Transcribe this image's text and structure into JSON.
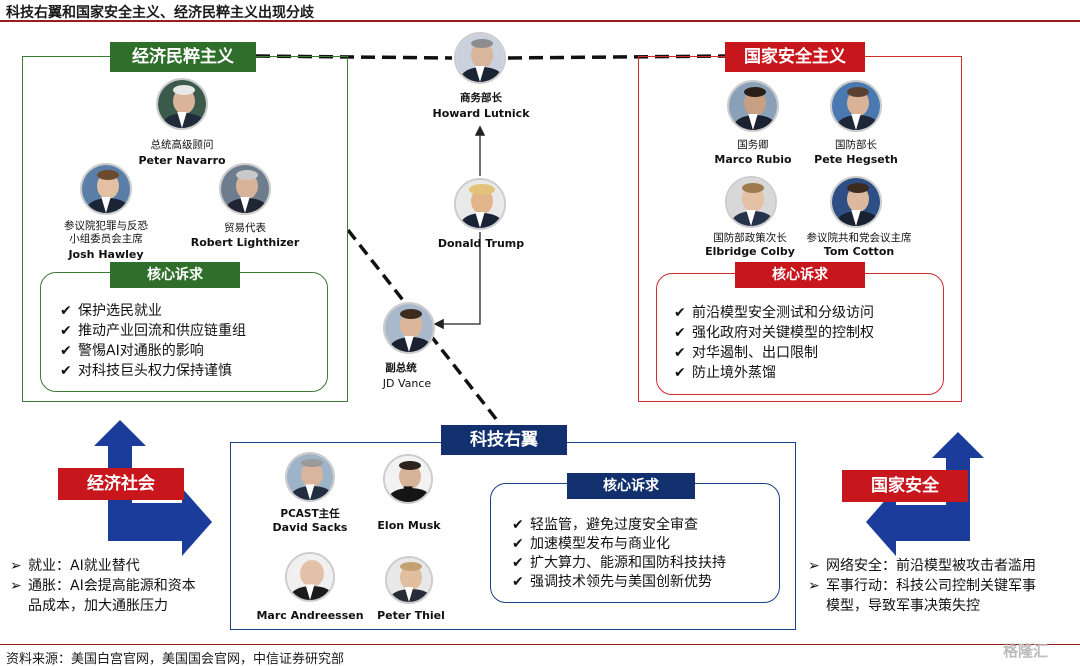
{
  "title": "科技右翼和国家安全主义、经济民粹主义出现分歧",
  "source": "资料来源：美国白宫官网，美国国会官网，中信证券研究部",
  "watermark": "格隆汇",
  "econ_populism": {
    "tag": "经济民粹主义",
    "people": [
      {
        "role": "总统高级顾问",
        "name": "Peter Navarro"
      },
      {
        "role": "参议院犯罪与反恐\n小组委员会主席",
        "name": "Josh Hawley"
      },
      {
        "role": "贸易代表",
        "name": "Robert Lighthizer"
      }
    ],
    "core_tag": "核心诉求",
    "demands": [
      "保护选民就业",
      "推动产业回流和供应链重组",
      "警惕AI对通胀的影响",
      "对科技巨头权力保持谨慎"
    ]
  },
  "national_security": {
    "tag": "国家安全主义",
    "people": [
      {
        "role": "国务卿",
        "name": "Marco Rubio"
      },
      {
        "role": "国防部长",
        "name": "Pete Hegseth"
      },
      {
        "role": "国防部政策次长",
        "name": "Elbridge Colby"
      },
      {
        "role": "参议院共和党会议主席",
        "name": "Tom Cotton"
      }
    ],
    "core_tag": "核心诉求",
    "demands": [
      "前沿模型安全测试和分级访问",
      "强化政府对关键模型的控制权",
      "对华遏制、出口限制",
      "防止境外蒸馏"
    ]
  },
  "center": {
    "commerce": {
      "role": "商务部长",
      "name": "Howard Lutnick"
    },
    "president": {
      "name": "Donald Trump"
    },
    "vp": {
      "role": "副总统",
      "name": "JD Vance"
    }
  },
  "tech_right": {
    "tag": "科技右翼",
    "people": [
      {
        "role": "PCAST主任",
        "name": "David Sacks"
      },
      {
        "role": "",
        "name": "Elon Musk"
      },
      {
        "role": "",
        "name": "Marc Andreessen"
      },
      {
        "role": "",
        "name": "Peter Thiel"
      }
    ],
    "core_tag": "核心诉求",
    "demands": [
      "轻监管，避免过度安全审查",
      "加速模型发布与商业化",
      "扩大算力、能源和国防科技扶持",
      "强调技术领先与美国创新优势"
    ]
  },
  "econ_society": {
    "tag": "经济社会",
    "items": [
      "就业：AI就业替代",
      "通胀：AI会提高能源和资本",
      "品成本，加大通胀压力"
    ]
  },
  "natl_security_side": {
    "tag": "国家安全",
    "items": [
      "网络安全：前沿模型被攻击者滥用",
      "军事行动：科技公司控制关键军事",
      "模型，导致军事决策失控"
    ]
  },
  "colors": {
    "green": "#2f6e2b",
    "red": "#c8161d",
    "navy": "#13306e",
    "arrow_blue": "#1b3c9a"
  }
}
